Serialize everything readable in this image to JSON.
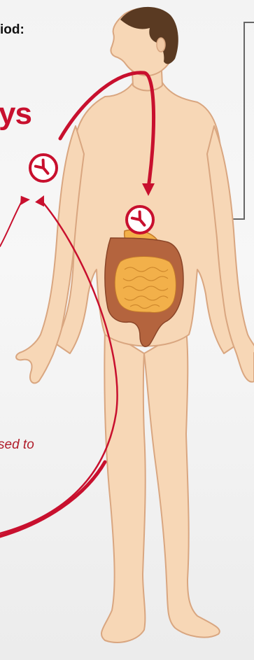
{
  "labels": {
    "heading": "iod:",
    "big": "ys",
    "caption": "sed to"
  },
  "colors": {
    "accent": "#c8102e",
    "skin": "#f7d7b6",
    "skin_outline": "#d9a680",
    "hair": "#5a3a22",
    "colon": "#b4643e",
    "small_intestine": "#f2b04a",
    "connector": "#666666"
  },
  "icons": [
    "virus-icon",
    "virus-icon",
    "pointer-line"
  ]
}
